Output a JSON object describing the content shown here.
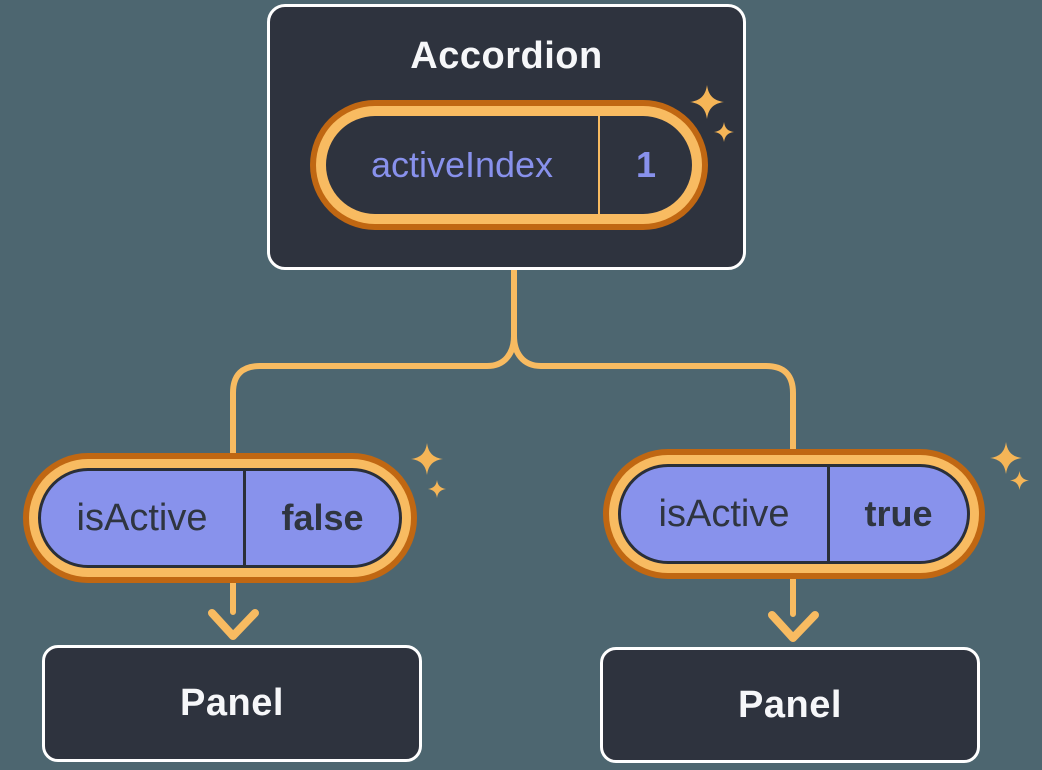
{
  "colors": {
    "canvas-bg": "#4D6670",
    "card-bg": "#2E333E",
    "card-border": "#FFFFFF",
    "card-text": "#F6F7F9",
    "purple-fill": "#8892EC",
    "purple-text": "#8891EC",
    "dark-text": "#2F3540",
    "dark-outline": "#2A2F38",
    "gold": "#F8BB61",
    "orange": "#C06712",
    "sparkle": "#F5B557"
  },
  "accordion": {
    "title": "Accordion",
    "state": {
      "name": "activeIndex",
      "value": "1"
    }
  },
  "children": [
    {
      "prop": {
        "name": "isActive",
        "value": "false"
      },
      "panel": {
        "label": "Panel"
      }
    },
    {
      "prop": {
        "name": "isActive",
        "value": "true"
      },
      "panel": {
        "label": "Panel"
      }
    }
  ]
}
